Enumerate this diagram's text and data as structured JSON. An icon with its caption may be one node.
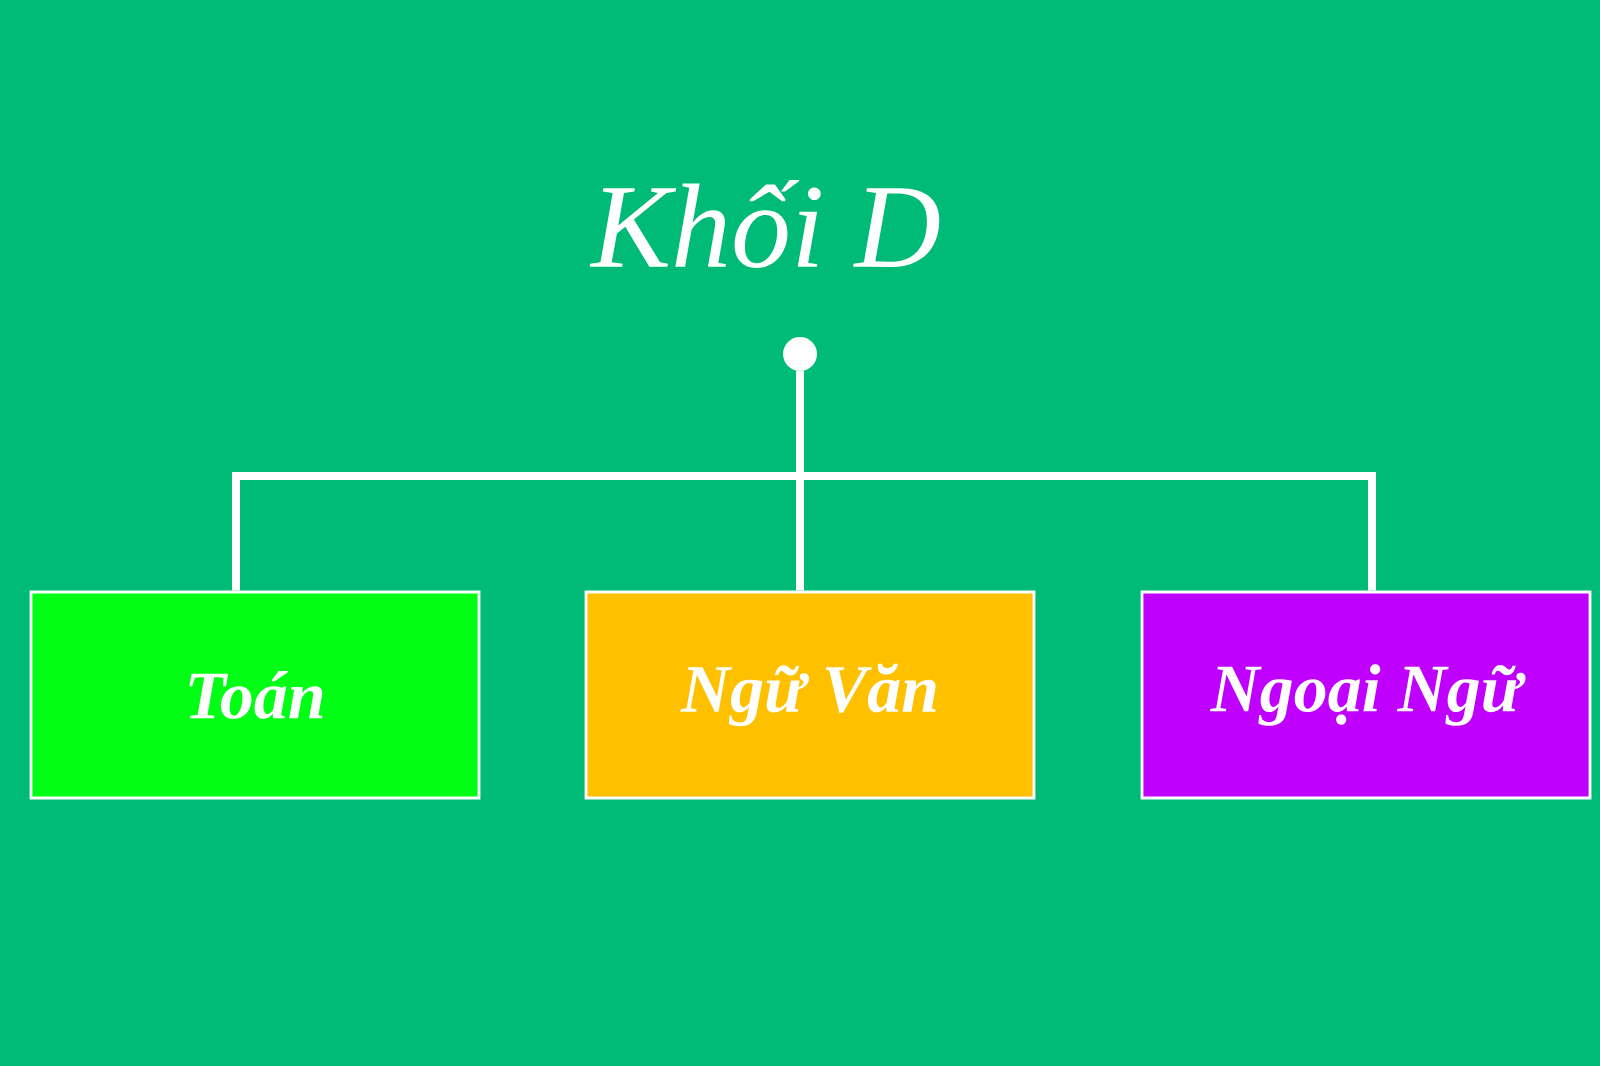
{
  "diagram": {
    "title": "Khối D",
    "nodes": [
      {
        "text": [],
        "shape": "circle"
      },
      {
        "text": [
          "Toán"
        ]
      },
      {
        "text": [
          "Ngữ Văn"
        ]
      },
      {
        "text": [
          "Ngoại Ngữ"
        ]
      }
    ],
    "edges": [
      {
        "from": 0,
        "to": 1,
        "arrow": "none"
      },
      {
        "from": 0,
        "to": 2,
        "arrow": "none"
      },
      {
        "from": 0,
        "to": 3,
        "arrow": "none"
      }
    ]
  }
}
